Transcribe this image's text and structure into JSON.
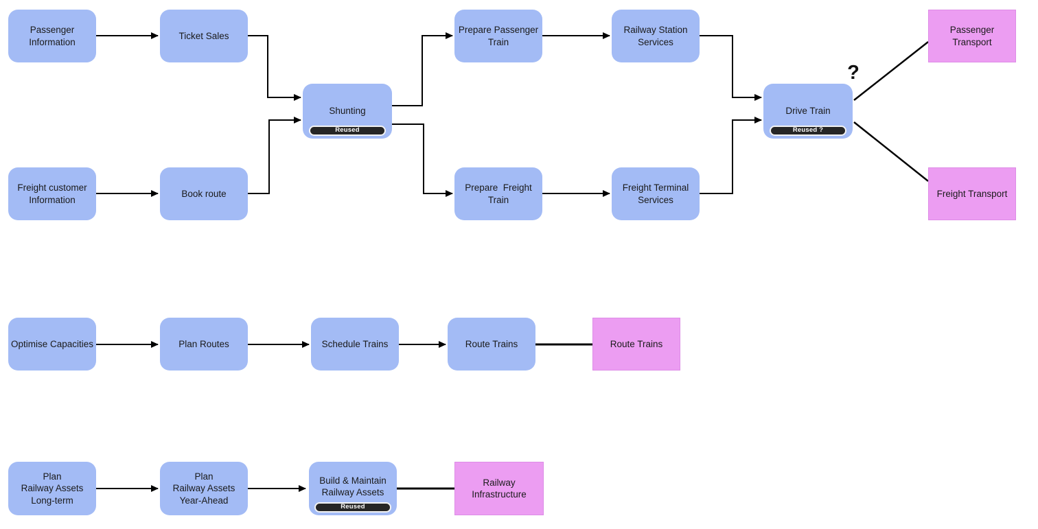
{
  "title": "Railway process flow diagram",
  "colors": {
    "process_fill": "#a3bbf5",
    "output_fill": "#ec9df2",
    "badge_fill": "#262626",
    "badge_text": "#ffffff",
    "connector": "#000000"
  },
  "annotations": {
    "question_mark": "?"
  },
  "nodes": {
    "passenger_information": {
      "label": "Passenger\nInformation"
    },
    "ticket_sales": {
      "label": "Ticket Sales"
    },
    "freight_customer_information": {
      "label": "Freight customer\nInformation"
    },
    "book_route": {
      "label": "Book route"
    },
    "shunting": {
      "label": "Shunting",
      "badge": "Reused"
    },
    "prepare_passenger_train": {
      "label": "Prepare Passenger\nTrain"
    },
    "prepare_freight_train": {
      "label": "Prepare  Freight\nTrain"
    },
    "railway_station_services": {
      "label": "Railway Station\nServices"
    },
    "freight_terminal_services": {
      "label": "Freight Terminal\nServices"
    },
    "drive_train": {
      "label": "Drive Train",
      "badge": "Reused ?"
    },
    "passenger_transport": {
      "label": "Passenger\nTransport"
    },
    "freight_transport": {
      "label": "Freight Transport"
    },
    "optimise_capacities": {
      "label": "Optimise Capacities"
    },
    "plan_routes": {
      "label": "Plan Routes"
    },
    "schedule_trains": {
      "label": "Schedule Trains"
    },
    "route_trains": {
      "label": "Route Trains"
    },
    "route_trains_output": {
      "label": "Route Trains"
    },
    "plan_railway_assets_long_term": {
      "label": "Plan\nRailway Assets\nLong-term"
    },
    "plan_railway_assets_year_ahead": {
      "label": "Plan\nRailway Assets\nYear-Ahead"
    },
    "build_maintain_railway_assets": {
      "label": "Build & Maintain\nRailway Assets",
      "badge": "Reused"
    },
    "railway_infrastructure": {
      "label": "Railway\nInfrastructure"
    }
  }
}
